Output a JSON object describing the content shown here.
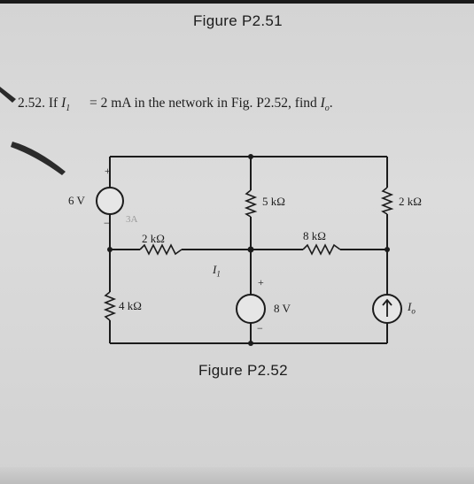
{
  "header": {
    "figure_above": "Figure P2.51"
  },
  "problem": {
    "number": "2.52.",
    "text_if": "If",
    "var": "I",
    "var_sub": "1",
    "equals": "=",
    "given": "2 mA in the network in Fig. P2.52, find",
    "target": "I",
    "target_sub": "o",
    "end": "."
  },
  "circuit": {
    "source_left": {
      "value": "6 V",
      "plus": "+",
      "minus": "−"
    },
    "pencil_mark": "3A",
    "r_2k": "2 kΩ",
    "r_5k": "5 kΩ",
    "r_8k": "8 kΩ",
    "r_2k_right": "2 kΩ",
    "r_4k": "4 kΩ",
    "current_label": "I",
    "current_sub": "1",
    "source_mid": {
      "value": "8 V",
      "plus": "+",
      "minus": "−"
    },
    "current_source": {
      "label": "I",
      "sub": "o",
      "arrow": "↑"
    }
  },
  "caption": "Figure P2.52",
  "colors": {
    "ink": "#1c1c1c",
    "paper": "#d6d6d6"
  }
}
